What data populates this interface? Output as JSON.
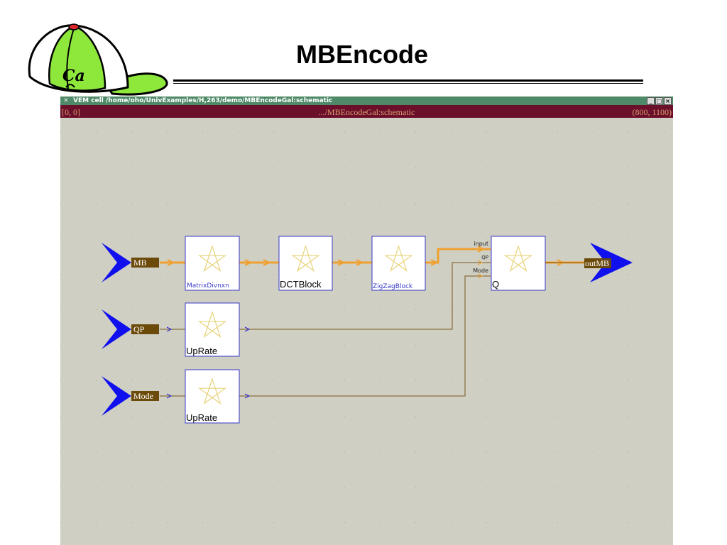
{
  "slide": {
    "title": "MBEncode",
    "logo_text": "Ca"
  },
  "window": {
    "title": "VEM cell /home/oho/UnivExamples/H,263/demo/MBEncodeGal:schematic",
    "buttons": [
      "_",
      "□",
      "×"
    ],
    "status_left": "[0, 0]",
    "status_center": ".../MBEncodeGal:schematic",
    "status_right": "(800, 1100)"
  },
  "schematic": {
    "inputs": [
      "MB",
      "QP",
      "Mode"
    ],
    "output": "outMB",
    "blocks": [
      {
        "label": "MatrixDivnxn"
      },
      {
        "label": "DCTBlock"
      },
      {
        "label": "ZigZagBlock"
      },
      {
        "label": "Q"
      },
      {
        "label": "UpRate"
      },
      {
        "label": "UpRate"
      }
    ],
    "q_ports": [
      "input",
      "QP",
      "Mode"
    ]
  },
  "colors": {
    "canvas": "#cfcfc3",
    "titlebar": "#4e8a67",
    "statusbar": "#6b0f2a",
    "terminal_fill": "#1010ee",
    "port_label_bg": "#6b4a0a",
    "block_border": "#3a3ac8",
    "star": "#e7d37a",
    "thick_wire": "#f0a030",
    "thin_wire": "#7a5a20",
    "signal_arrow": "#2a2ae0",
    "logo_green": "#8ee83c"
  }
}
